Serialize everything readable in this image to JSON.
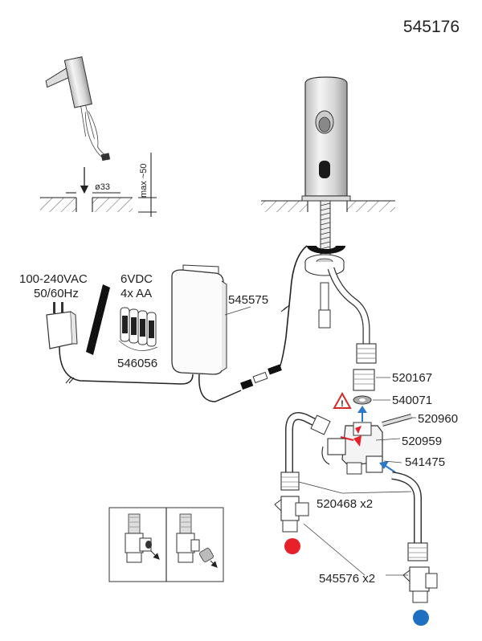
{
  "header": {
    "product_number": "545176"
  },
  "dimensions": {
    "diameter": "ø33",
    "height": "max ~50"
  },
  "power": {
    "mains_label_1": "100-240VAC",
    "mains_label_2": "50/60Hz",
    "battery_label_1": "6VDC",
    "battery_label_2": "4x AA"
  },
  "parts": {
    "battery_pack": "546056",
    "control_box": "545575",
    "nipple": "520167",
    "seal": "540071",
    "bracket": "520960",
    "clamp": "520959",
    "mixer_valve": "541475",
    "hose": "520468 x2",
    "angle_valve": "545576 x2"
  },
  "colors": {
    "hot": "#e8202a",
    "cold": "#1f6fc0",
    "arrow_blue": "#2a78c8",
    "warning": "#d42a2a"
  },
  "icons": {
    "warning": "warning-triangle-icon",
    "hot": "hot-water-dot-icon",
    "cold": "cold-water-dot-icon"
  }
}
